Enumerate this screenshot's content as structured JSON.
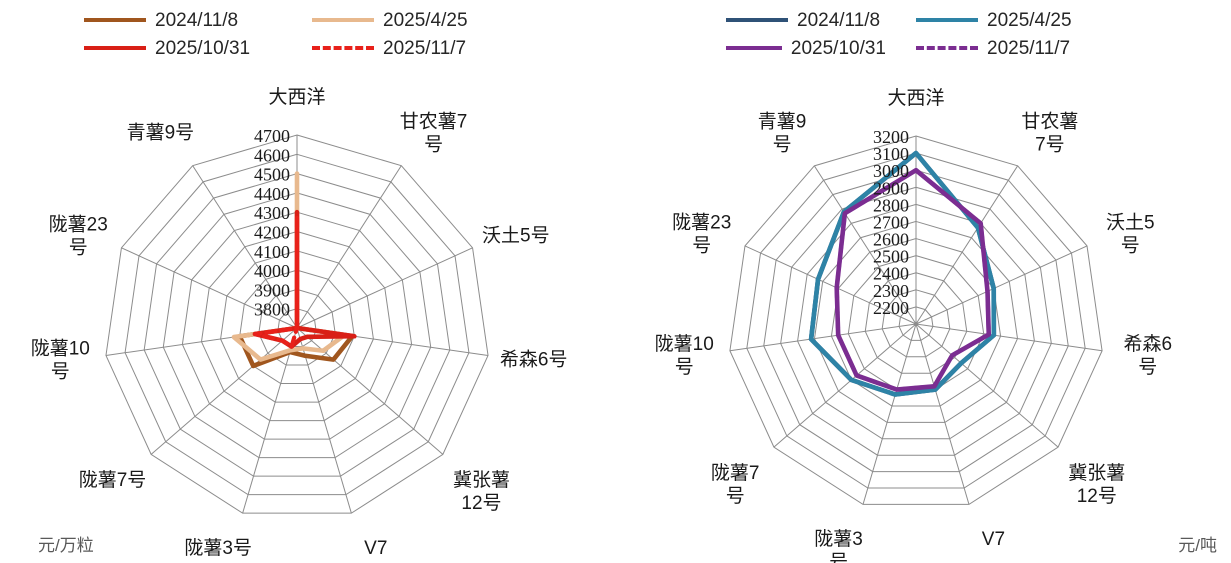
{
  "left": {
    "unit": "元/万粒",
    "legend": [
      {
        "label": "2024/11/8",
        "color": "#a0561e",
        "style": "solid"
      },
      {
        "label": "2025/4/25",
        "color": "#e8b98e",
        "style": "solid"
      },
      {
        "label": "2025/10/31",
        "color": "#d91f16",
        "style": "solid"
      },
      {
        "label": "2025/11/7",
        "color": "#e8211a",
        "style": "dashed"
      }
    ],
    "chart_data": {
      "type": "radar",
      "title": "",
      "unit": "元/万粒",
      "categories": [
        "大西洋",
        "甘农薯7号",
        "沃土5号",
        "希森6号",
        "冀张薯12号",
        "V7",
        "陇薯3号",
        "陇薯7号",
        "陇薯10号",
        "陇薯23号",
        "青薯9号"
      ],
      "rmin": 3700,
      "rmax": 4700,
      "tick_values": [
        3800,
        3900,
        4000,
        4100,
        4200,
        4300,
        4400,
        4500,
        4600,
        4700
      ],
      "grid": true,
      "legend_position": "top",
      "series": [
        {
          "name": "2024/11/8",
          "color": "#a0561e",
          "style": "solid",
          "values": [
            3700,
            3700,
            3700,
            3990,
            3950,
            3850,
            3830,
            4000,
            4000,
            3700,
            3700
          ]
        },
        {
          "name": "2025/4/25",
          "color": "#e8b98e",
          "style": "solid",
          "values": [
            4500,
            3700,
            3700,
            3950,
            3880,
            3810,
            3820,
            3950,
            4030,
            3700,
            3700
          ]
        },
        {
          "name": "2025/10/31",
          "color": "#d91f16",
          "style": "solid",
          "values": [
            4300,
            3700,
            3700,
            4000,
            3770,
            3760,
            3800,
            3800,
            3920,
            3700,
            3700
          ]
        },
        {
          "name": "2025/11/7",
          "color": "#e8211a",
          "style": "dashed",
          "values": [
            4270,
            3700,
            3700,
            3700,
            3700,
            3700,
            3800,
            3800,
            3920,
            3700,
            3700
          ]
        }
      ]
    }
  },
  "right": {
    "unit": "元/吨",
    "legend": [
      {
        "label": "2024/11/8",
        "color": "#2f5277",
        "style": "solid"
      },
      {
        "label": "2025/4/25",
        "color": "#2e83a6",
        "style": "solid"
      },
      {
        "label": "2025/10/31",
        "color": "#7b2d91",
        "style": "solid"
      },
      {
        "label": "2025/11/7",
        "color": "#7b2d91",
        "style": "dashed"
      }
    ],
    "chart_data": {
      "type": "radar",
      "title": "",
      "unit": "元/吨",
      "categories": [
        "大西洋",
        "甘农薯7号",
        "沃土5号",
        "希森6号",
        "冀张薯12号",
        "V7",
        "陇薯3号",
        "陇薯7号",
        "陇薯10号",
        "陇薯23号",
        "青薯9号"
      ],
      "rmin": 2100,
      "rmax": 3200,
      "tick_values": [
        2200,
        2300,
        2400,
        2500,
        2600,
        2700,
        2800,
        2900,
        3000,
        3100,
        3200
      ],
      "grid": true,
      "legend_position": "top",
      "series": [
        {
          "name": "2024/11/8",
          "color": "#2f5277",
          "style": "solid",
          "values": [
            3100,
            2770,
            2600,
            2560,
            2450,
            2500,
            2530,
            2600,
            2720,
            2730,
            2880
          ]
        },
        {
          "name": "2025/4/25",
          "color": "#2e83a6",
          "style": "solid",
          "values": [
            3100,
            2770,
            2600,
            2560,
            2450,
            2500,
            2530,
            2600,
            2720,
            2730,
            2880
          ]
        },
        {
          "name": "2025/10/31",
          "color": "#7b2d91",
          "style": "solid",
          "values": [
            3000,
            2800,
            2560,
            2530,
            2380,
            2480,
            2500,
            2560,
            2560,
            2610,
            2870
          ]
        },
        {
          "name": "2025/11/7",
          "color": "#7b2d91",
          "style": "dashed",
          "values": [
            3000,
            2800,
            2560,
            2530,
            2380,
            2480,
            2500,
            2560,
            2560,
            2610,
            2870
          ]
        }
      ]
    }
  }
}
